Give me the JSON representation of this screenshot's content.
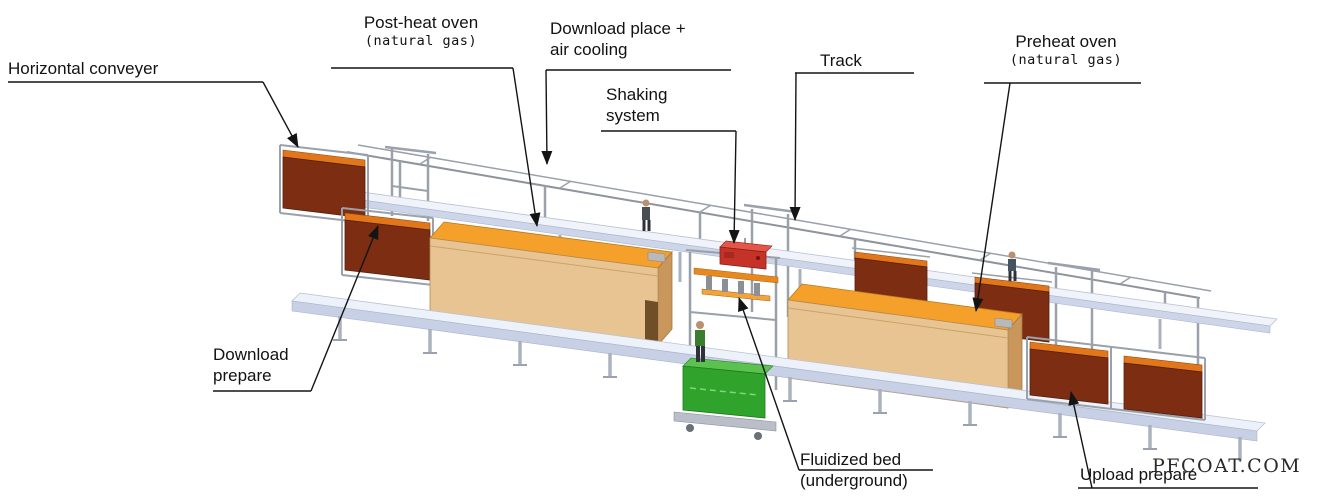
{
  "diagram": {
    "type": "equipment-layout",
    "subject": "fluidized-bed coating line isometric diagram",
    "watermark": "PFCOAT.COM",
    "labels": {
      "horizontal_conveyer": "Horizontal conveyer",
      "post_heat_oven": {
        "title": "Post-heat oven",
        "subtitle": "(natural gas)"
      },
      "download_place": {
        "line1": "Download place +",
        "line2": "air cooling"
      },
      "shaking_system": {
        "line1": "Shaking",
        "line2": "system"
      },
      "track": "Track",
      "preheat_oven": {
        "title": "Preheat oven",
        "subtitle": "(natural gas)"
      },
      "download_prepare": {
        "line1": "Download",
        "line2": "prepare"
      },
      "fluidized_bed": {
        "line1": "Fluidized bed",
        "line2": "(underground)"
      },
      "upload_prepare": "Upload prepare"
    },
    "colors": {
      "oven_top": "#F5A02B",
      "oven_front": "#E9C493",
      "oven_side": "#C9965B",
      "panel_front": "#7C2D12",
      "panel_top_band": "#E2761B",
      "fluidized_bed_front": "#2FA32C",
      "fluidized_bed_top": "#5BC24F",
      "shaker_red": "#C53227",
      "platform_top": "#EDF1F9",
      "platform_front": "#C7D0E4",
      "frame_gray": "#98A0A8",
      "leader_line": "#141414"
    }
  }
}
